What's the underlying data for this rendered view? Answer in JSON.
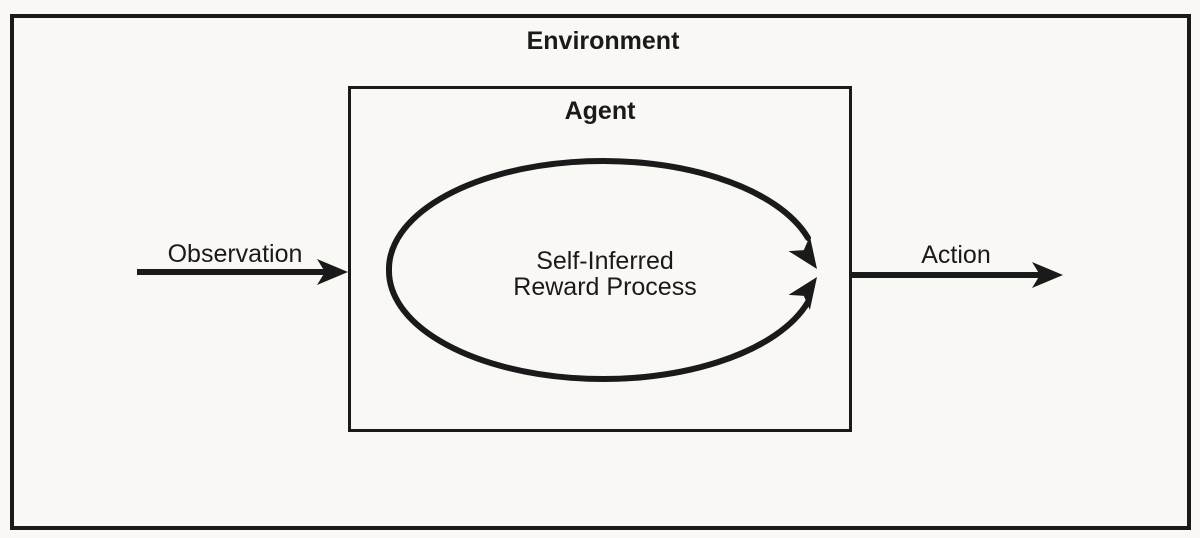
{
  "diagram": {
    "environment_label": "Environment",
    "agent_label": "Agent",
    "process_label_line1": "Self-Inferred",
    "process_label_line2": "Reward Process",
    "observation_label": "Observation",
    "action_label": "Action"
  },
  "colors": {
    "ink": "#1a1a1a",
    "paper": "#faf8f5"
  }
}
